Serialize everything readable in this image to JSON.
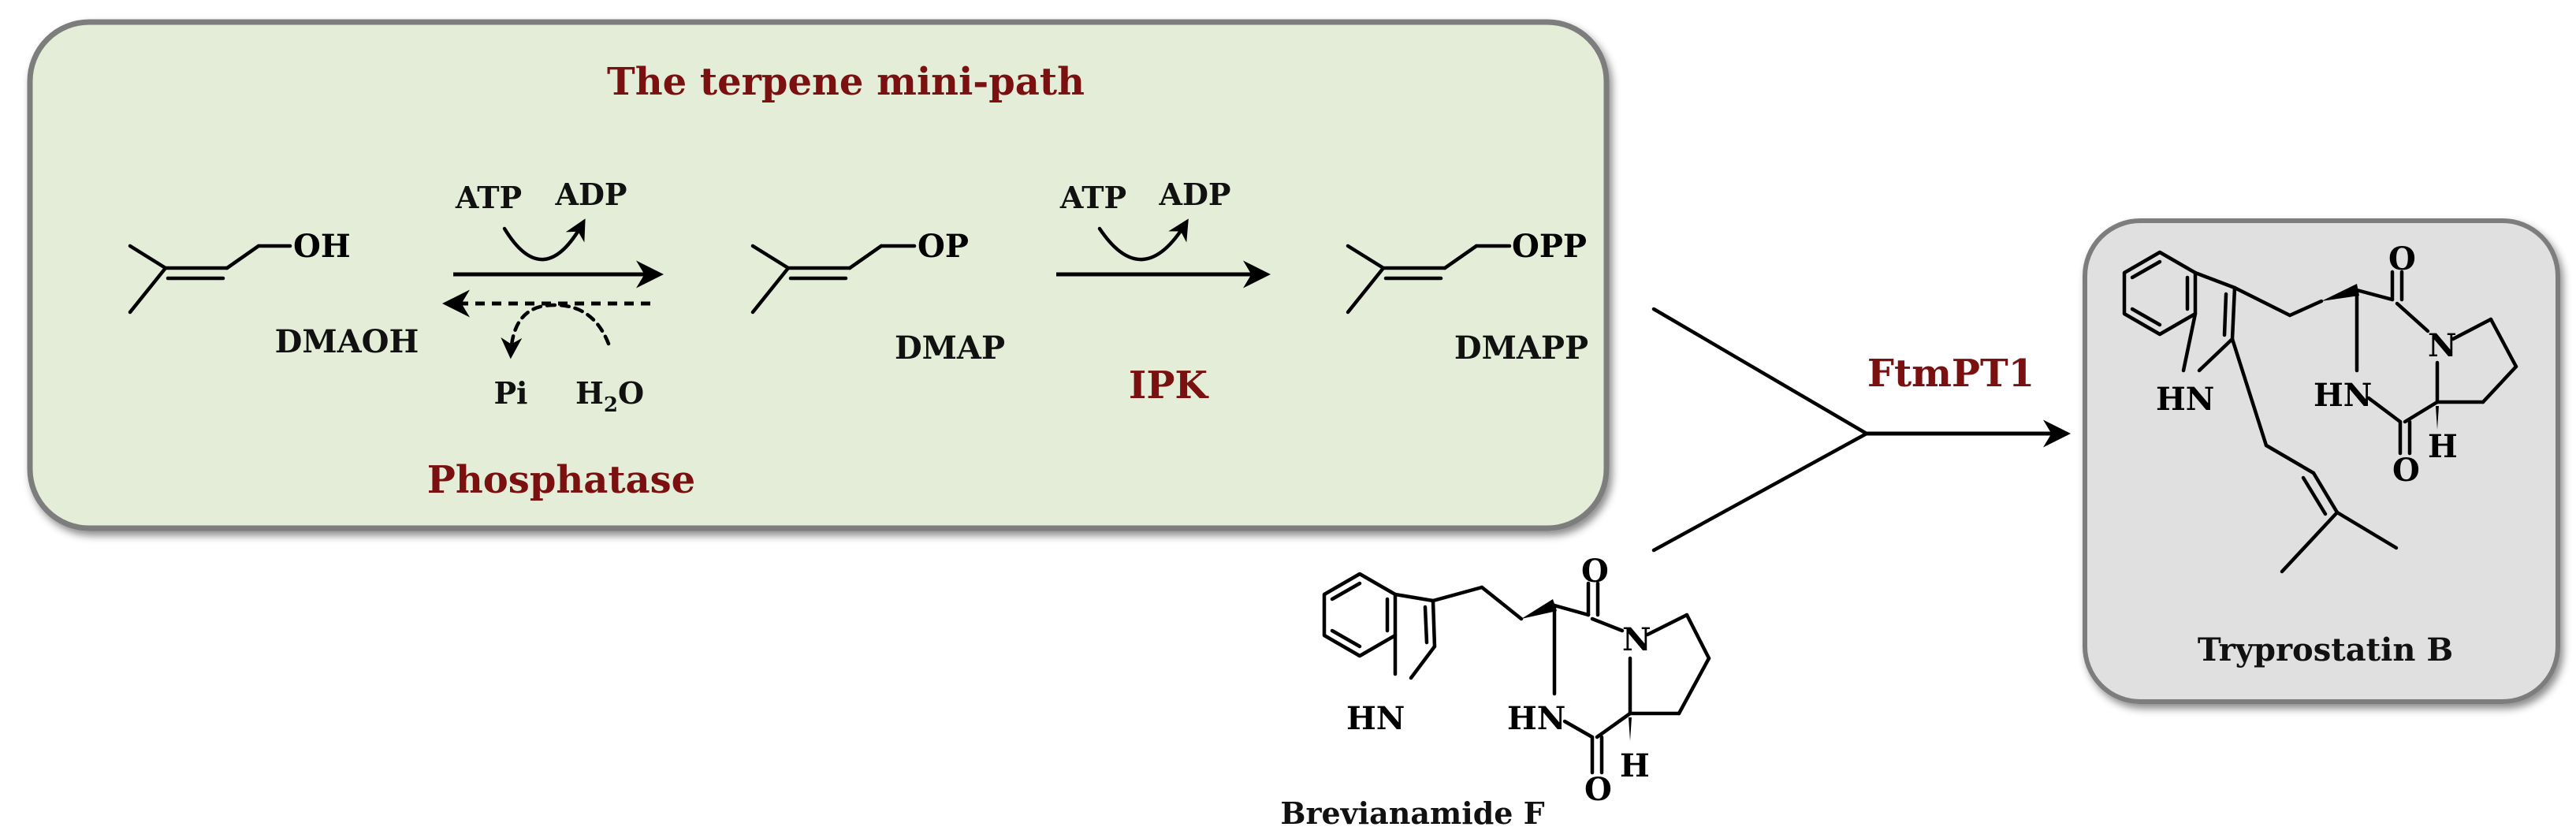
{
  "pathway_box": {
    "title": "The terpene mini-path",
    "compounds": {
      "dmaoh": {
        "group": "OH",
        "name": "DMAOH"
      },
      "dmap": {
        "group": "OP",
        "name": "DMAP"
      },
      "dmapp": {
        "group": "OPP",
        "name": "DMAPP"
      }
    },
    "step1": {
      "cofactor_in": "ATP",
      "cofactor_out": "ADP"
    },
    "reverse_step": {
      "product_1": "Pi",
      "water_h": "H",
      "water_sub": "2",
      "water_o": "O",
      "enzyme": "Phosphatase"
    },
    "step2": {
      "cofactor_in": "ATP",
      "cofactor_out": "ADP",
      "enzyme": "IPK"
    }
  },
  "enzyme_ftmpt1": "FtmPT1",
  "substrate": {
    "name": "Brevianamide F",
    "atoms": {
      "o_top": "O",
      "n_ring": "N",
      "hn_indole": "HN",
      "hn_amide": "HN",
      "h_stereo": "H",
      "o_bottom": "O"
    }
  },
  "product_box": {
    "name": "Tryprostatin B",
    "atoms": {
      "o_top": "O",
      "n_ring": "N",
      "hn_indole": "HN",
      "hn_amide": "HN",
      "h_stereo": "H",
      "o_bottom": "O"
    }
  },
  "colors": {
    "green_box": "#e3edd7",
    "grey_box": "#e0e0e0",
    "enzyme_red": "#7a1010"
  }
}
